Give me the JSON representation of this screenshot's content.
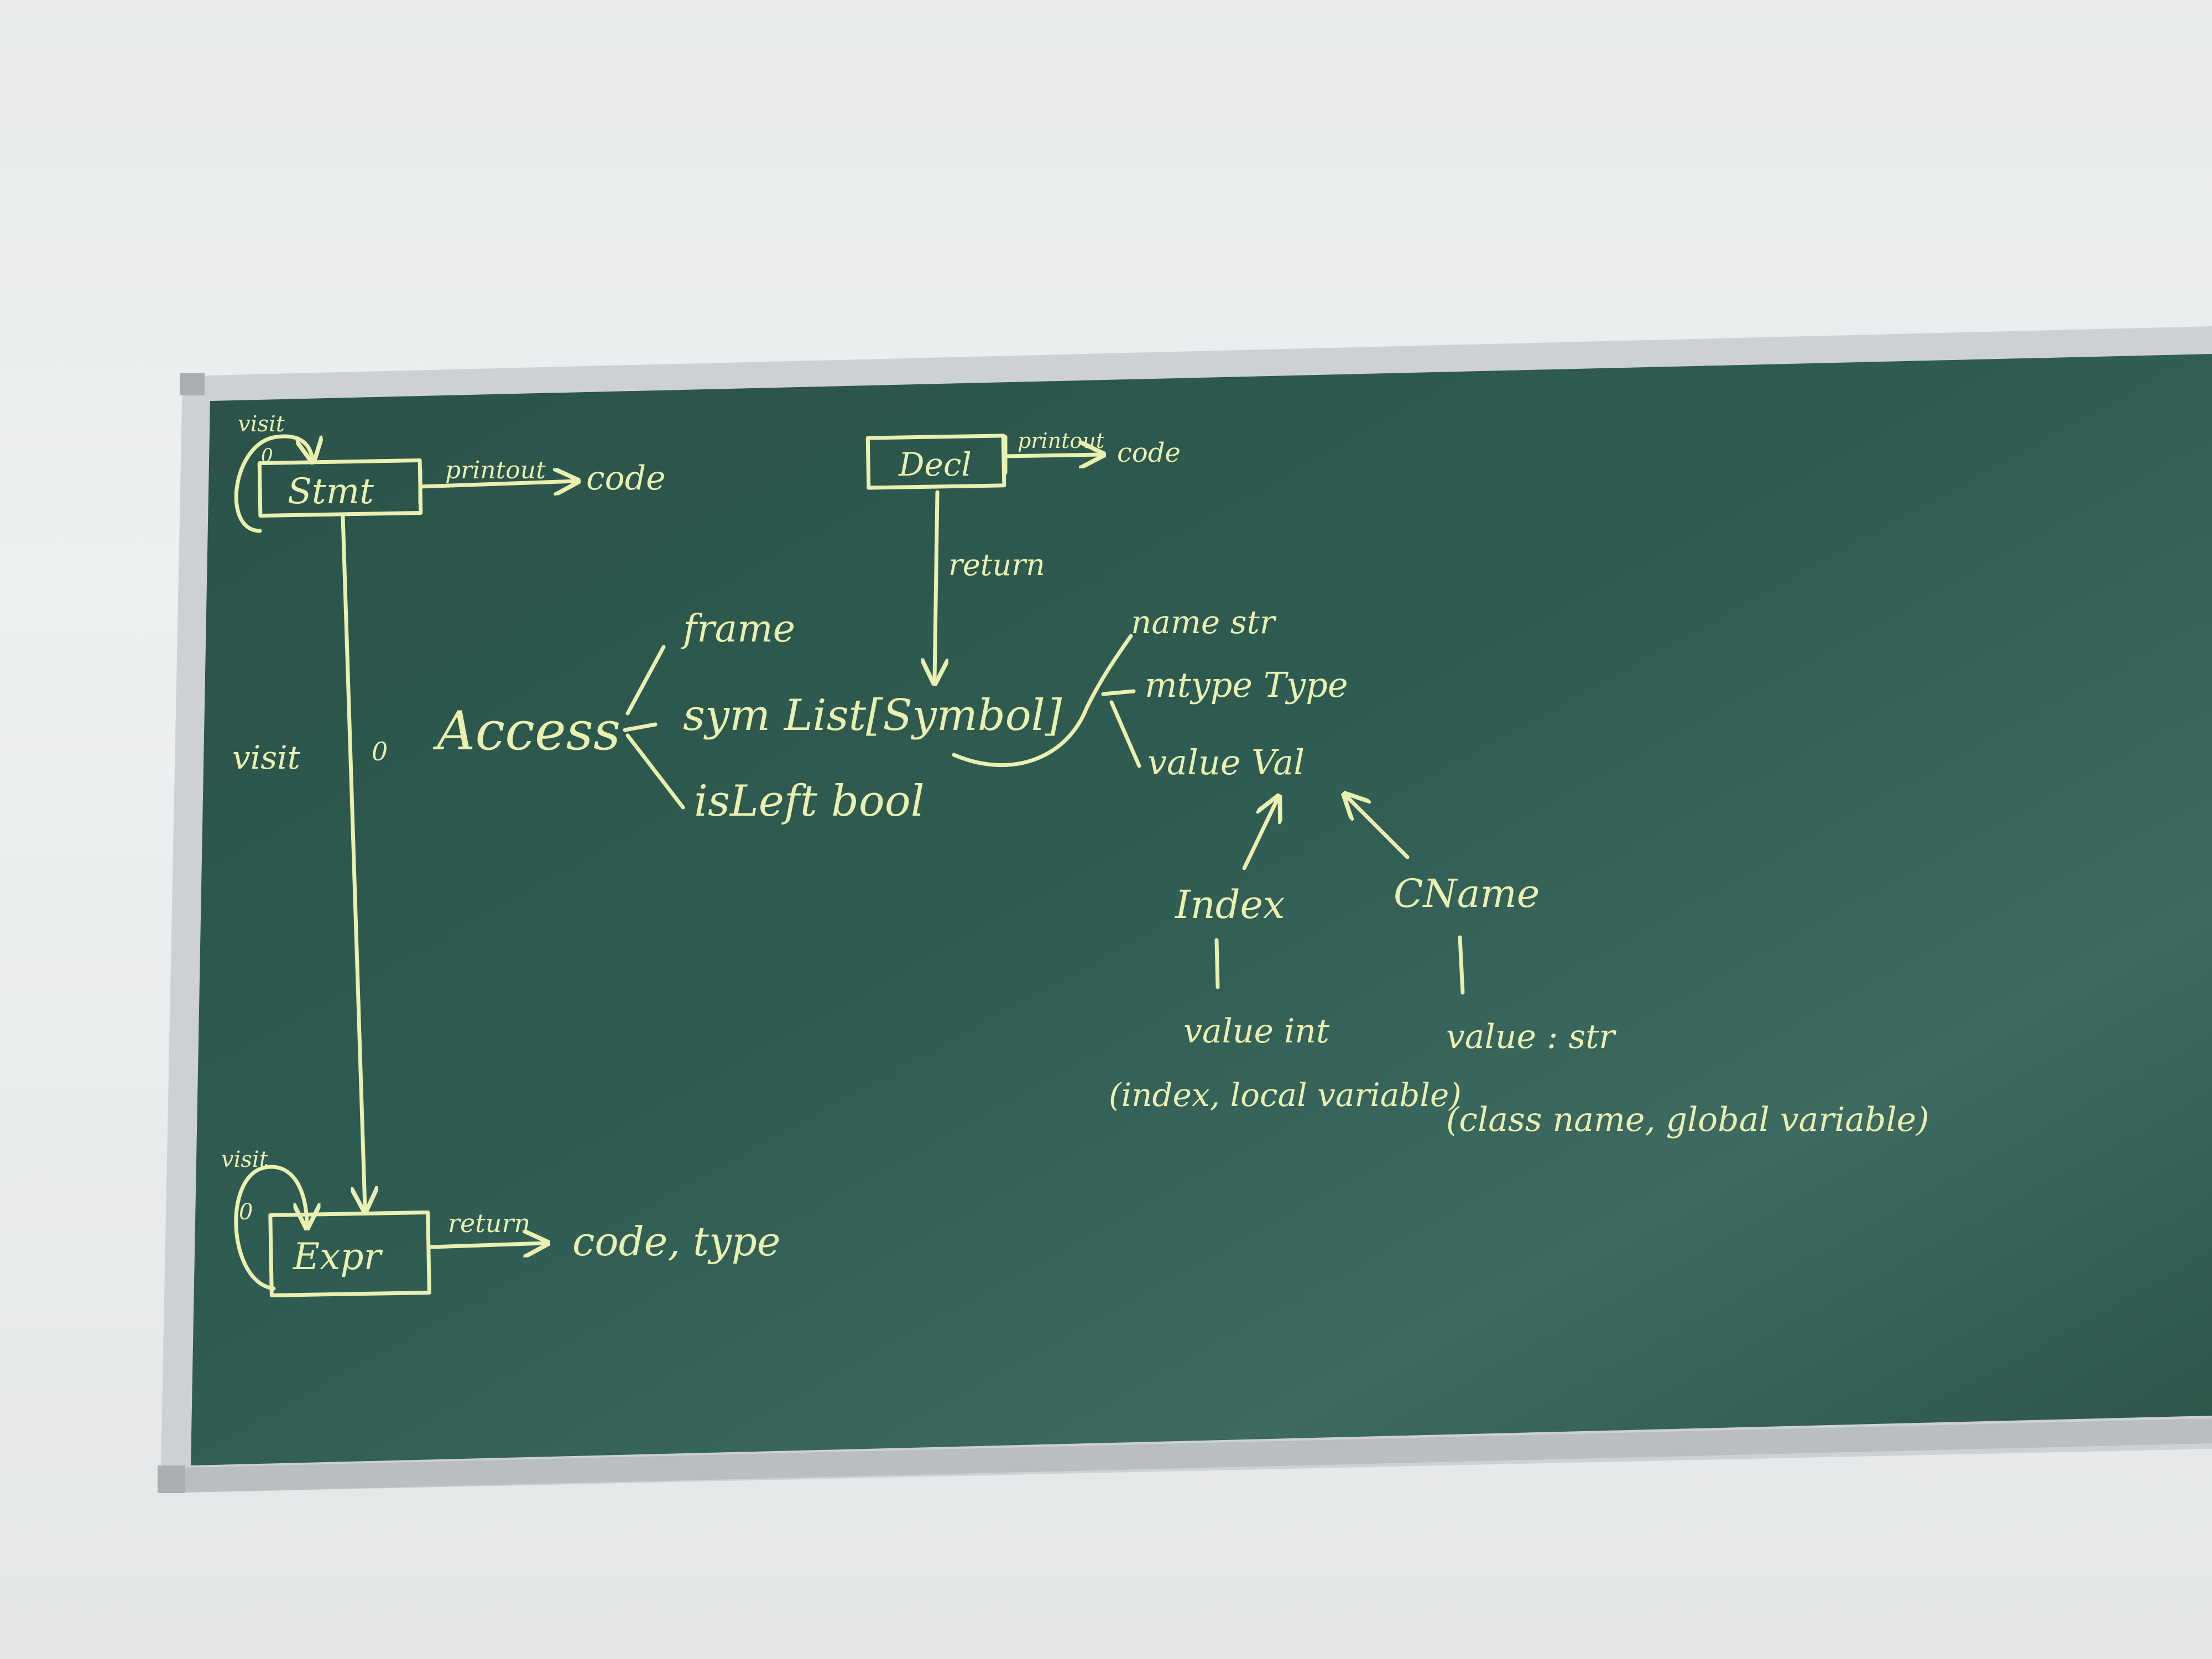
{
  "stmt": {
    "box": "Stmt",
    "loop": "visit",
    "loop_count": "0",
    "arrow": "printout",
    "output": "code"
  },
  "decl": {
    "box": "Decl",
    "arrow": "printout",
    "output": "code",
    "return_label": "return"
  },
  "expr": {
    "box": "Expr",
    "loop": "visit",
    "loop_count": "0",
    "arrow": "return",
    "output": "code, type"
  },
  "edge": {
    "visit": "visit",
    "zero": "0"
  },
  "access": {
    "name": "Access",
    "fields": [
      {
        "text": "frame"
      },
      {
        "text": "sym  List[Symbol]"
      },
      {
        "text": "isLeft  bool"
      }
    ]
  },
  "symbol": {
    "fields": [
      {
        "text": "name  str"
      },
      {
        "text": "mtype  Type"
      },
      {
        "text": "value  Val"
      }
    ]
  },
  "index": {
    "name": "Index",
    "field": "value  int",
    "note": "(index, local variable)"
  },
  "cname": {
    "name": "CName",
    "field": "value : str",
    "note": "(class name, global variable)"
  },
  "colors": {
    "board": "#2e5a50",
    "chalk": "#eaf0b0",
    "frame": "#c9cdcf",
    "wall": "#eceeef"
  }
}
